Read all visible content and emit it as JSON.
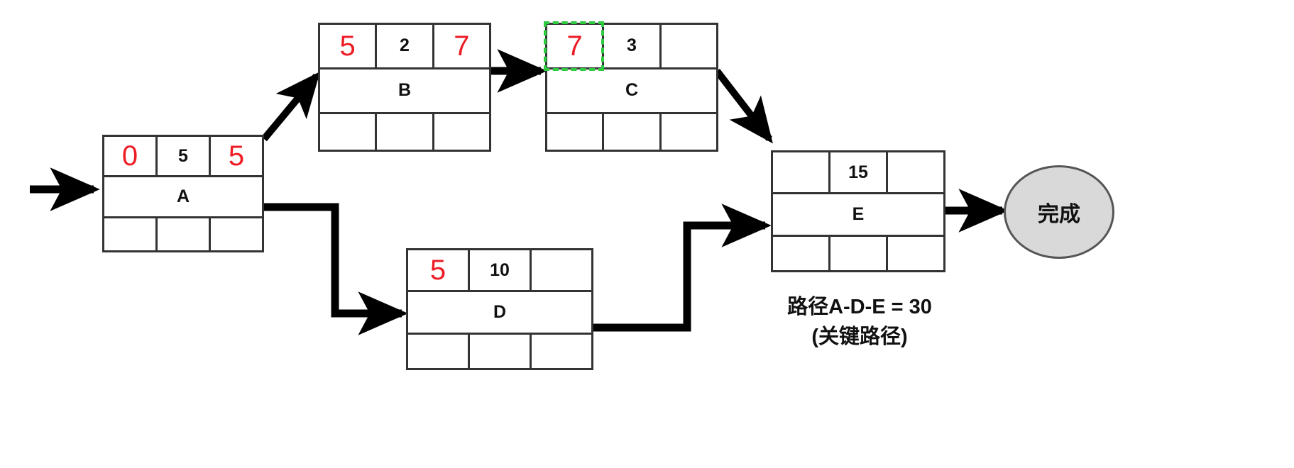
{
  "diagram": {
    "title": "",
    "colors": {
      "red": "#ee1c25",
      "green_highlight": "#2ecc40",
      "node_border": "#333333",
      "terminal_fill": "#d9d9d9",
      "background": "#ffffff"
    },
    "nodes": [
      {
        "id": "A",
        "name": "A",
        "top": [
          "0",
          "5",
          "5"
        ],
        "top_colors": [
          "red",
          "black",
          "red"
        ],
        "bottom": [
          "",
          "",
          ""
        ]
      },
      {
        "id": "B",
        "name": "B",
        "top": [
          "5",
          "2",
          "7"
        ],
        "top_colors": [
          "red",
          "black",
          "red"
        ],
        "bottom": [
          "",
          "",
          ""
        ]
      },
      {
        "id": "C",
        "name": "C",
        "top": [
          "7",
          "3",
          ""
        ],
        "top_colors": [
          "red",
          "black",
          "black"
        ],
        "highlight_cell": 0,
        "bottom": [
          "",
          "",
          ""
        ]
      },
      {
        "id": "D",
        "name": "D",
        "top": [
          "5",
          "10",
          ""
        ],
        "top_colors": [
          "red",
          "black",
          "black"
        ],
        "bottom": [
          "",
          "",
          ""
        ]
      },
      {
        "id": "E",
        "name": "E",
        "top": [
          "",
          "15",
          ""
        ],
        "top_colors": [
          "black",
          "black",
          "black"
        ],
        "bottom": [
          "",
          "",
          ""
        ]
      }
    ],
    "terminal": {
      "label": "完成"
    },
    "caption": {
      "line1": "路径A-D-E = 30",
      "line2": "(关键路径)"
    },
    "edges": [
      {
        "from": "start",
        "to": "A"
      },
      {
        "from": "A",
        "to": "B"
      },
      {
        "from": "B",
        "to": "C"
      },
      {
        "from": "C",
        "to": "E"
      },
      {
        "from": "A",
        "to": "D"
      },
      {
        "from": "D",
        "to": "E"
      },
      {
        "from": "E",
        "to": "terminal"
      }
    ]
  }
}
